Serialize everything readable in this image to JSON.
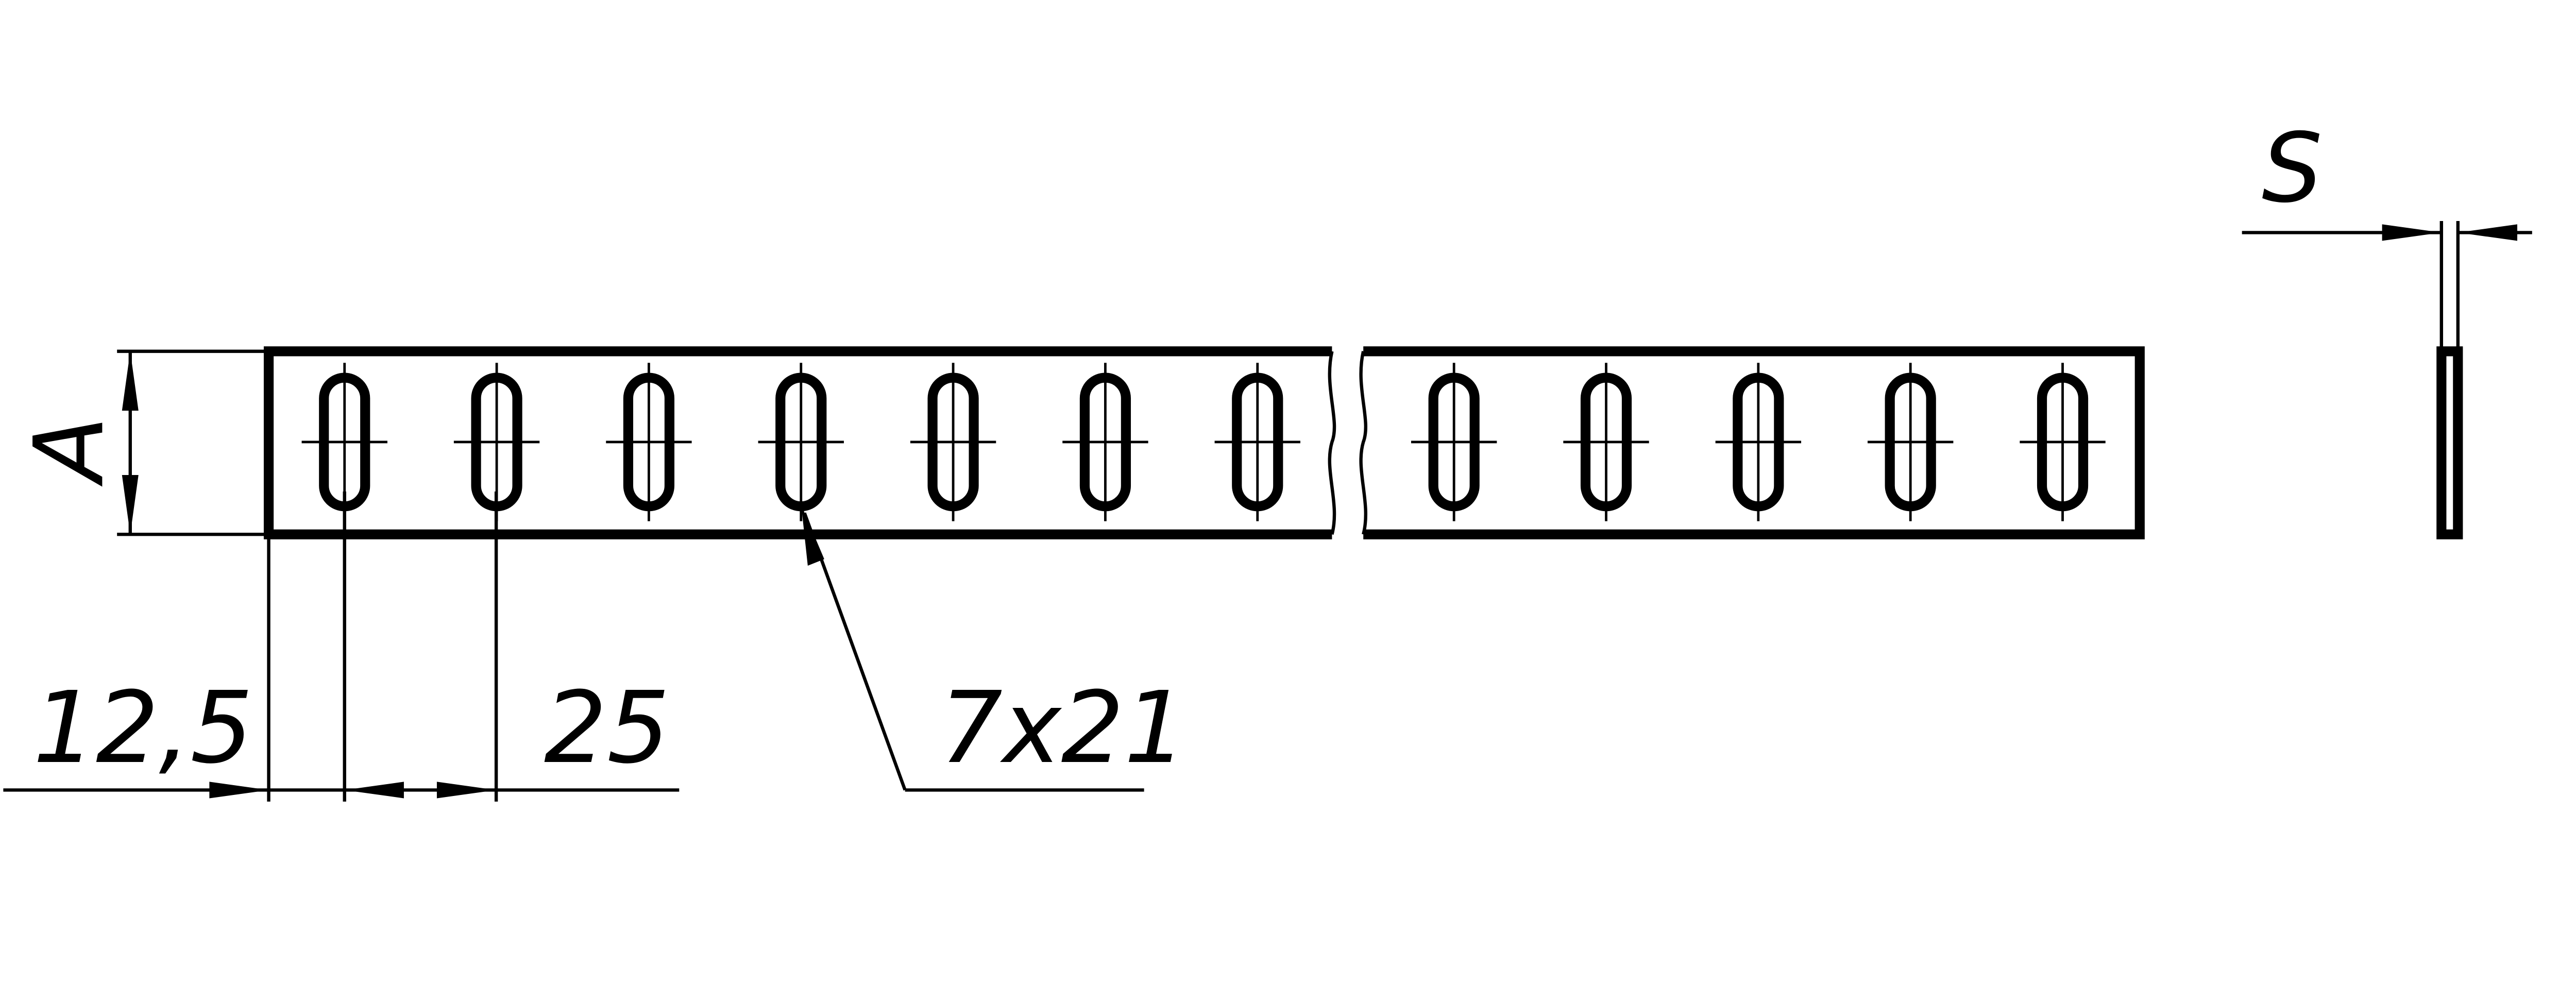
{
  "labels": {
    "height": "A",
    "thickness": "S",
    "edge_offset": "12,5",
    "pitch": "25",
    "slot_size": "7x21"
  },
  "strip": {
    "slot_count_left": 7,
    "slot_count_right": 5
  }
}
